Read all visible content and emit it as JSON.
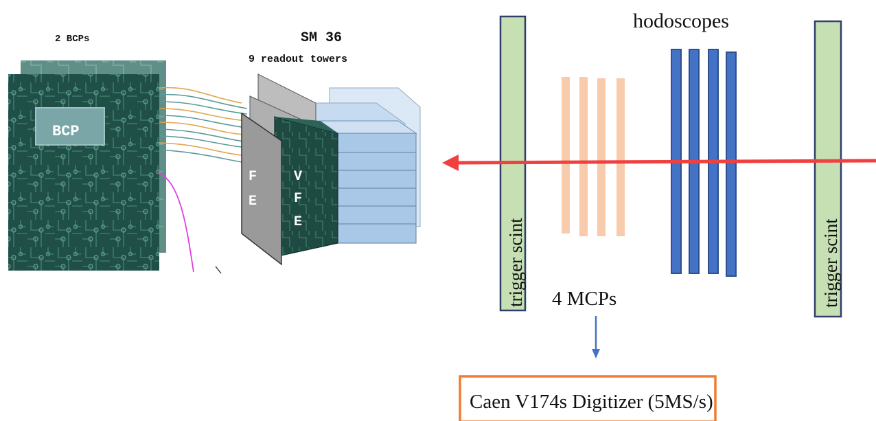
{
  "left_panel": {
    "bcp_count_label": "2 BCPs",
    "sm_title": "SM 36",
    "sm_subtitle": "9 readout towers",
    "bcp_chip_label": "BCP",
    "fe_letters": [
      "F",
      "E"
    ],
    "vfe_letters": [
      "V",
      "F",
      "E"
    ]
  },
  "right_panel": {
    "hodoscopes_label": "hodoscopes",
    "trigger_left_label": "trigger scint",
    "trigger_right_label": "trigger scint",
    "mcp_label": "4 MCPs",
    "digitizer_label": "Caen V174s Digitizer (5MS/s)"
  },
  "colors": {
    "board_dark": "#1f4f47",
    "board_light": "#5f8f86",
    "trace": "#4a8a7a",
    "fe_card": "#9a9a9a",
    "tower_blue": "#a9c8e8",
    "scint_green": "#c6e0b4",
    "hodo_blue": "#4472c4",
    "mcp_orange": "#f8cbad",
    "beam_red": "#f04040",
    "digitizer_border": "#ed7d31",
    "cable_pink": "#e040e0"
  }
}
